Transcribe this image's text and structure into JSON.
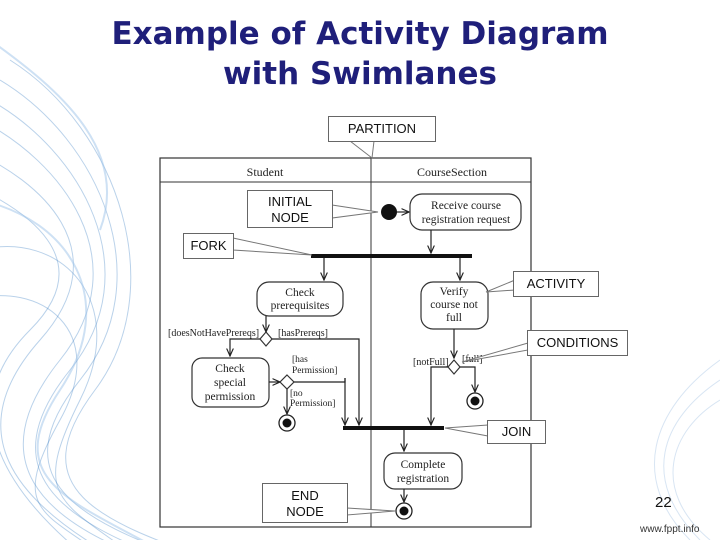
{
  "slide": {
    "title_line1": "Example of Activity Diagram",
    "title_line2": "with Swimlanes",
    "page_number": "22",
    "footer_url": "www.fppt.info"
  },
  "callouts": {
    "partition": "PARTITION",
    "initial_node_line1": "INITIAL",
    "initial_node_line2": "NODE",
    "fork": "FORK",
    "activity": "ACTIVITY",
    "conditions": "CONDITIONS",
    "join": "JOIN",
    "end_node_line1": "END",
    "end_node_line2": "NODE"
  },
  "diagram": {
    "lanes": {
      "student": "Student",
      "course_section": "CourseSection"
    },
    "actions": {
      "receive_line1": "Receive course",
      "receive_line2": "registration request",
      "check_prereq_line1": "Check",
      "check_prereq_line2": "prerequisites",
      "verify_line1": "Verify",
      "verify_line2": "course not",
      "verify_line3": "full",
      "special_line1": "Check",
      "special_line2": "special",
      "special_line3": "permission",
      "complete_line1": "Complete",
      "complete_line2": "registration"
    },
    "guards": {
      "does_not_have_prereqs": "[doesNotHavePrereqs]",
      "has_prereqs": "[hasPrereqs]",
      "has_permission_line1": "[has",
      "has_permission_line2": "Permission]",
      "no_permission_line1": "[no",
      "no_permission_line2": "Permission]",
      "not_full": "[notFull]",
      "full": "[full]"
    }
  },
  "colors": {
    "title": "#1f1f7a",
    "decoration_blue": "#3a7fc4"
  }
}
